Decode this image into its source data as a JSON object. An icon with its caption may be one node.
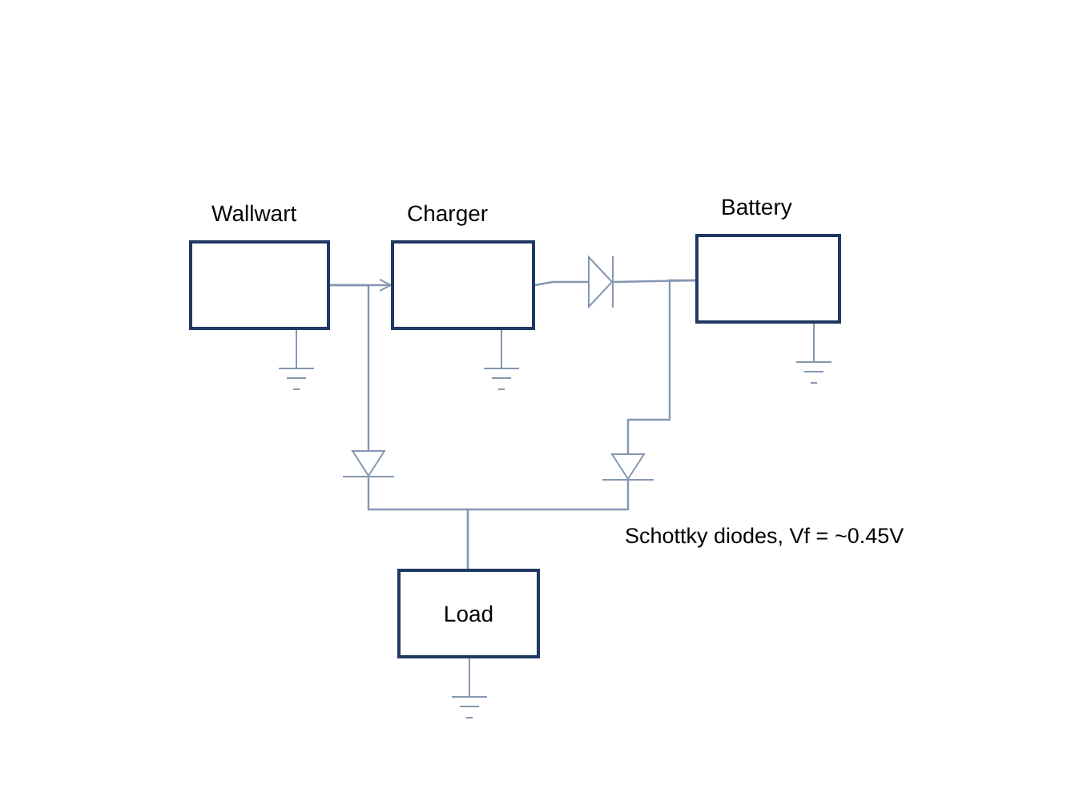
{
  "diagram": {
    "nodes": [
      {
        "text": [
          "Wallwart"
        ]
      },
      {
        "text": [
          "Charger"
        ]
      },
      {
        "text": [
          "Battery"
        ]
      },
      {
        "text": [
          "Load"
        ]
      },
      {
        "text": [],
        "shape": "diode"
      },
      {
        "text": [],
        "shape": "diode"
      },
      {
        "text": [],
        "shape": "diode"
      }
    ],
    "edges": [
      {
        "from": 0,
        "to": 1,
        "arrow": "to"
      },
      {
        "from": 0,
        "to": 5,
        "arrow": "none"
      },
      {
        "from": 1,
        "to": 4,
        "arrow": "none"
      },
      {
        "from": 4,
        "to": 2,
        "arrow": "none"
      },
      {
        "from": 2,
        "to": 6,
        "arrow": "none"
      },
      {
        "from": 5,
        "to": 3,
        "arrow": "none"
      },
      {
        "from": 6,
        "to": 3,
        "arrow": "none"
      }
    ],
    "labels": [
      "Schottky diodes, Vf = ~0.45V"
    ]
  }
}
